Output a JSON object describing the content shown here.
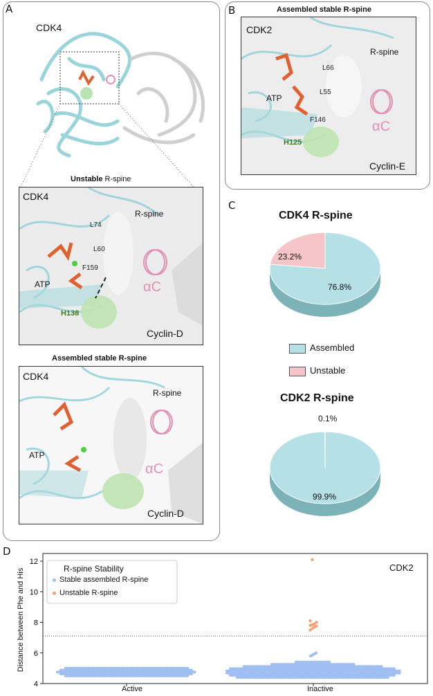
{
  "panels": {
    "A": "A",
    "B": "B",
    "C": "C",
    "D": "D"
  },
  "panelA": {
    "overview_label": "CDK4",
    "unstable": {
      "title_bold": "Unstable",
      "title_rest": " R-spine",
      "protein": "CDK4",
      "rspine": "R-spine",
      "res1": "L74",
      "res2": "L60",
      "res3": "F159",
      "his": "H138",
      "atp": "ATP",
      "helix": "αC",
      "cyclin": "Cyclin-D"
    },
    "assembled": {
      "title": "Assembled stable R-spine",
      "protein": "CDK4",
      "rspine": "R-spine",
      "atp": "ATP",
      "helix": "αC",
      "cyclin": "Cyclin-D"
    }
  },
  "panelB": {
    "title": "Assembled stable R-spine",
    "protein": "CDK2",
    "rspine": "R-spine",
    "res1": "L66",
    "res2": "L55",
    "res3": "F146",
    "his": "H125",
    "atp": "ATP",
    "helix": "αC",
    "cyclin": "Cyclin-E"
  },
  "colors": {
    "assembled": "#b4e0e6",
    "unstable": "#f6c5c9",
    "stable_dot": "#9fbff2",
    "unstable_dot": "#f2a070"
  },
  "chart_data": [
    {
      "type": "pie",
      "title": "CDK4 R-spine",
      "labels": [
        "Assembled",
        "Unstable"
      ],
      "values": [
        76.8,
        23.2
      ],
      "value_labels": [
        "76.8%",
        "23.2%"
      ]
    },
    {
      "type": "pie",
      "title": "CDK2 R-spine",
      "labels": [
        "Assembled",
        "Unstable"
      ],
      "values": [
        99.9,
        0.1
      ],
      "value_labels": [
        "99.9%",
        "0.1%"
      ]
    },
    {
      "type": "scatter",
      "title": "",
      "annotation": "CDK2",
      "xlabel": "",
      "ylabel": "Distance between Phe and His",
      "categories": [
        "Active",
        "Inactive"
      ],
      "ylim": [
        4,
        12.5
      ],
      "yticks": [
        4,
        6,
        8,
        10,
        12
      ],
      "threshold": 7.1,
      "legend_title": "R-spine Stability",
      "legend_position": "top-left",
      "series": [
        {
          "name": "Stable assembled R-spine",
          "category": "Active",
          "y_range": [
            4.5,
            5.0
          ],
          "center": 4.75
        },
        {
          "name": "Stable assembled R-spine",
          "category": "Inactive",
          "y_range": [
            4.4,
            5.4
          ],
          "center": 4.9,
          "extra": [
            5.8,
            5.85,
            5.9,
            5.95,
            6.0
          ]
        },
        {
          "name": "Unstable R-spine",
          "category": "Inactive",
          "values": [
            7.5,
            7.6,
            7.7,
            7.75,
            7.8,
            7.85,
            7.9,
            8.0,
            8.1,
            12.1
          ]
        }
      ]
    }
  ],
  "legendC": {
    "assembled": "Assembled",
    "unstable": "Unstable"
  }
}
